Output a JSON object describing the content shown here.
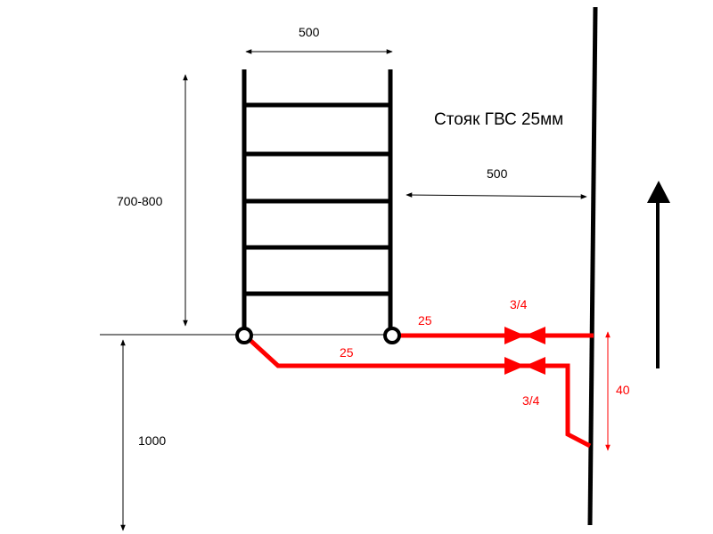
{
  "labels": {
    "dim_top_width": "500",
    "dim_height": "700-800",
    "riser_title": "Стояк ГВС 25мм",
    "dim_riser_offset": "500",
    "dim_floor_height": "1000",
    "pipe_top_size": "25",
    "pipe_bottom_size": "25",
    "valve_top_size": "3/4",
    "valve_bottom_size": "3/4",
    "dim_riser_gap": "40"
  },
  "colors": {
    "pipe": "#ff0000",
    "structure": "#000000"
  },
  "icons": {
    "valve": "bowtie-valve-icon",
    "flow": "arrow-up-icon"
  }
}
